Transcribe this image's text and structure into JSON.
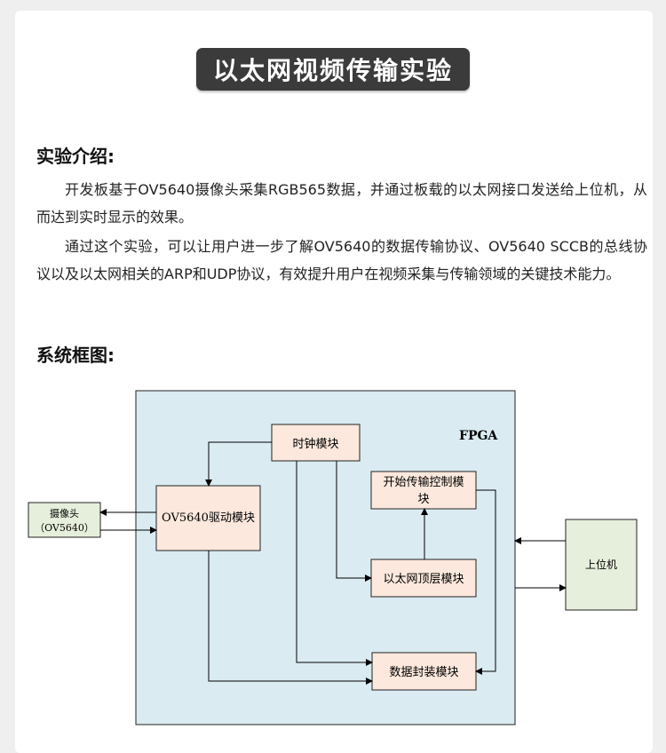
{
  "title": "以太网视频传输实验",
  "intro": {
    "heading": "实验介绍:",
    "paragraphs": [
      "开发板基于OV5640摄像头采集RGB565数据，并通过板载的以太网接口发送给上位机，从而达到实时显示的效果。",
      "通过这个实验，可以让用户进一步了解OV5640的数据传输协议、OV5640 SCCB的总线协议以及以太网相关的ARP和UDP协议，有效提升用户在视频采集与传输领域的关键技术能力。"
    ]
  },
  "diagram": {
    "heading": "系统框图:",
    "fpga_label": "FPGA",
    "blocks": {
      "clock": "时钟模块",
      "ov5640_driver": "OV5640驱动模块",
      "start_ctrl_line1": "开始传输控制模",
      "start_ctrl_line2": "块",
      "eth_top": "以太网顶层模块",
      "data_pack": "数据封装模块",
      "camera_line1": "摄像头",
      "camera_line2": "（OV5640）",
      "host": "上位机"
    },
    "colors": {
      "fpga_fill": "#daebf2",
      "module_fill": "#fce8dc",
      "external_fill": "#e6efdb"
    }
  }
}
